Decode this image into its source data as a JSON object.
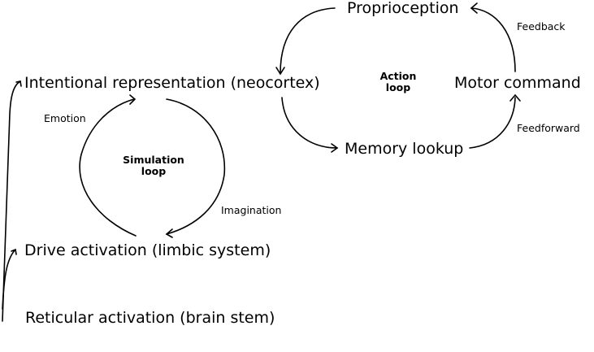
{
  "nodes": {
    "intentional": "Intentional representation (neocortex)",
    "drive": "Drive activation (limbic system)",
    "reticular": "Reticular activation (brain stem)",
    "proprioception": "Proprioception",
    "motor": "Motor command",
    "memory": "Memory lookup"
  },
  "loops": {
    "simulation": [
      "Simulation",
      "loop"
    ],
    "action": [
      "Action",
      "loop"
    ]
  },
  "edge_labels": {
    "emotion": "Emotion",
    "imagination": "Imagination",
    "feedback": "Feedback",
    "feedforward": "Feedforward"
  },
  "colors": {
    "ink": "#000000",
    "background": "#ffffff"
  }
}
